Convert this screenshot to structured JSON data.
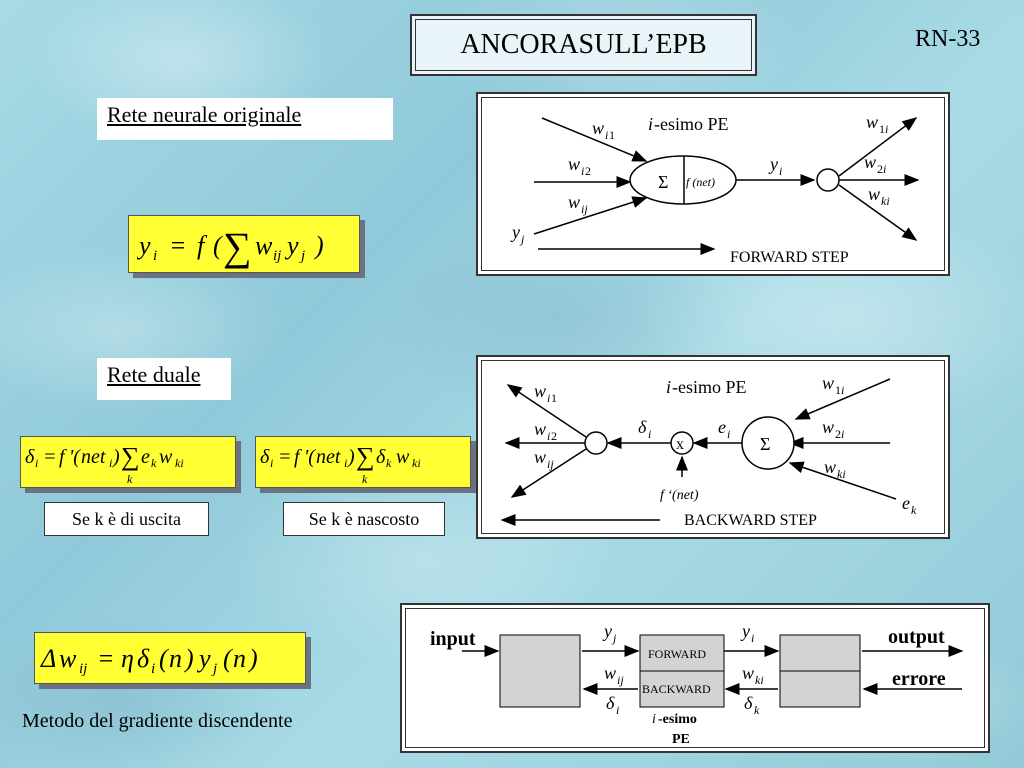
{
  "slide": {
    "title_main": "ANCORA ",
    "title_small": "SULL’",
    "title_end": "EPB",
    "slide_number": "RN-33"
  },
  "section_original": {
    "label": "Rete neurale originale"
  },
  "section_dual": {
    "label": "Rete duale"
  },
  "formulas": {
    "forward": "yi = f(∑ wij yj)",
    "delta_output": "δi = f'(neti) ∑k ek wki",
    "delta_hidden": "δi = f'(neti) ∑k δk wki",
    "weight_update": "Δwij = η δi(n) yj(n)"
  },
  "conditions": {
    "output": "Se k è di uscita",
    "hidden": "Se k è nascosto"
  },
  "forward_diagram": {
    "pe_label": "-esimo PE",
    "pe_index": "i",
    "step_label": "FORWARD STEP",
    "sum_symbol": "Σ",
    "activation": "f (net)"
  },
  "backward_diagram": {
    "pe_label": "-esimo PE",
    "pe_index": "i",
    "step_label": "BACKWARD STEP",
    "sum_symbol": "Σ",
    "mult_symbol": "x",
    "derivative": "f ‘(net)"
  },
  "block_diagram": {
    "input_label": "input",
    "output_label": "output",
    "error_label": "errore",
    "forward_label": "FORWARD",
    "backward_label": "BACKWARD",
    "pe_label_index": "i",
    "pe_label": "-esimo",
    "pe_label_2": "PE"
  },
  "footer": {
    "method": "Metodo del gradiente discendente"
  },
  "colors": {
    "formula_bg": "#ffff33",
    "block_gray": "#d3d3d3",
    "background": "#9fd3e0"
  }
}
